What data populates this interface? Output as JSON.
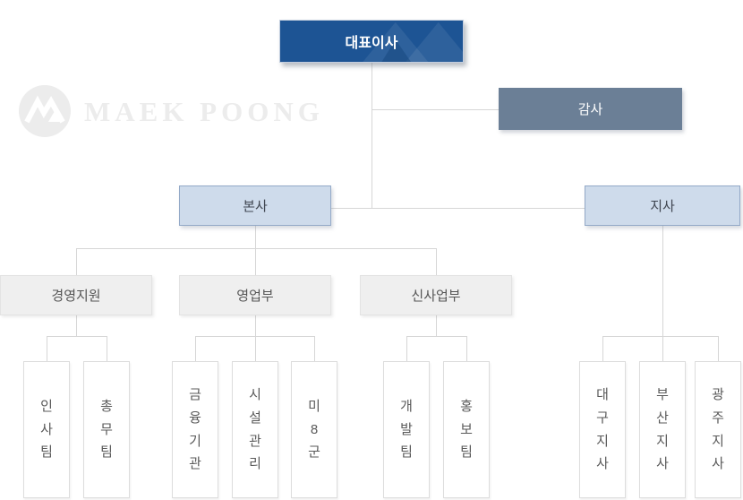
{
  "watermark": {
    "brand": "MAEK POONG"
  },
  "org_chart": {
    "ceo": {
      "label": "대표이사"
    },
    "auditor": {
      "label": "감사"
    },
    "head_office": {
      "label": "본사"
    },
    "branch_office": {
      "label": "지사"
    },
    "departments": [
      {
        "label": "경영지원"
      },
      {
        "label": "영업부"
      },
      {
        "label": "신사업부"
      }
    ],
    "teams": [
      {
        "label": "인사팀",
        "parent": "경영지원"
      },
      {
        "label": "총무팀",
        "parent": "경영지원"
      },
      {
        "label": "금융기관",
        "parent": "영업부"
      },
      {
        "label": "시설관리",
        "parent": "영업부"
      },
      {
        "label": "미8군",
        "parent": "영업부"
      },
      {
        "label": "개발팀",
        "parent": "신사업부"
      },
      {
        "label": "홍보팀",
        "parent": "신사업부"
      },
      {
        "label": "대구지사",
        "parent": "지사"
      },
      {
        "label": "부산지사",
        "parent": "지사"
      },
      {
        "label": "광주지사",
        "parent": "지사"
      }
    ],
    "colors": {
      "ceo_bg": "#1d5494",
      "auditor_bg": "#6b7f96",
      "level2_bg": "#cedbeb",
      "level2_border": "#93a9c7",
      "dept_bg": "#efefef",
      "team_bg": "#ffffff",
      "connector": "#d6d6d6",
      "watermark": "#ececec"
    }
  }
}
